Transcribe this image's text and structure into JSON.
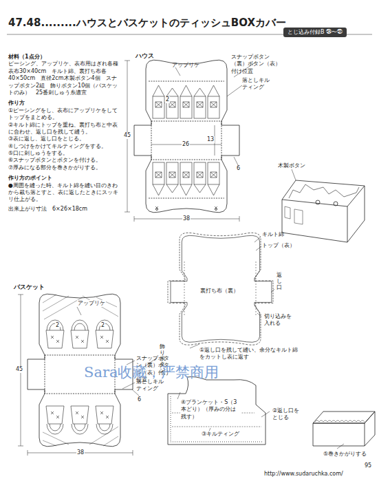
{
  "diagram": {
    "title": "47.48.........ハウスとバスケットのティッシュBOXカバー",
    "nodes": [
      {
        "text": [
          "とじ込み付録B ㉞〜㊲"
        ]
      }
    ],
    "labels": [
      "材料（1点分）",
      "ピーシング、アップリケ、表布用はぎれ各種　表布30×40cm　キルト綿、裏打ち布各40×50cm　直径2cm木製ボタン4個　スナップボタン2組　飾りボタン10個（バスケットのみ）　25番刺しゅう糸適宜",
      "作り方",
      "①ピーシングをし、表布にアップリケをしてトップをまとめる。",
      "②キルト綿にトップを重ね、裏打ち布と中表に合わせ、返し口を残して縫う。",
      "③表に返し、返し口をとじる。",
      "④しつけをかけてキルティングをする。",
      "⑤口に刺しゅうをする。",
      "⑥スナップボタンとボタンを付ける。",
      "⑦厚みになる部分を巻きかがりする。",
      "作り方のポイント",
      "●周囲を縫った時、キルト綿を縫い目のきわから裁ち落とすと、表に返したときにスッキリ仕上がる。",
      "出来上がり寸法　6×26×18cm",
      "ハウス",
      "アップリケ",
      "スナップボタン（裏）ボタン（表）付け位置",
      "落としキルティング",
      "2",
      "26",
      "13",
      "45",
      "6",
      "38",
      "木製ボタン",
      "キルト綿",
      "トップ（表）",
      "返し口",
      "裏打ち布（裏）",
      "切り込みを入れる",
      "①返し口を残して縫い、余分なキルト綿をカットし表に返す",
      "バスケット",
      "アップリケ",
      "スナップボタン（裏）ボタン（表）付け位置",
      "落としキルティング",
      "2",
      "2",
      "45",
      "6",
      "38",
      "飾りボタン",
      "Sara收藏，严禁商用",
      "④ブランケット・S（3本どり）（厚みの分は残す）",
      "②返し口をとじる",
      "③キルティング",
      "⑤巻きかがりする",
      "http://www.sudaruchka.com/",
      "95"
    ]
  }
}
